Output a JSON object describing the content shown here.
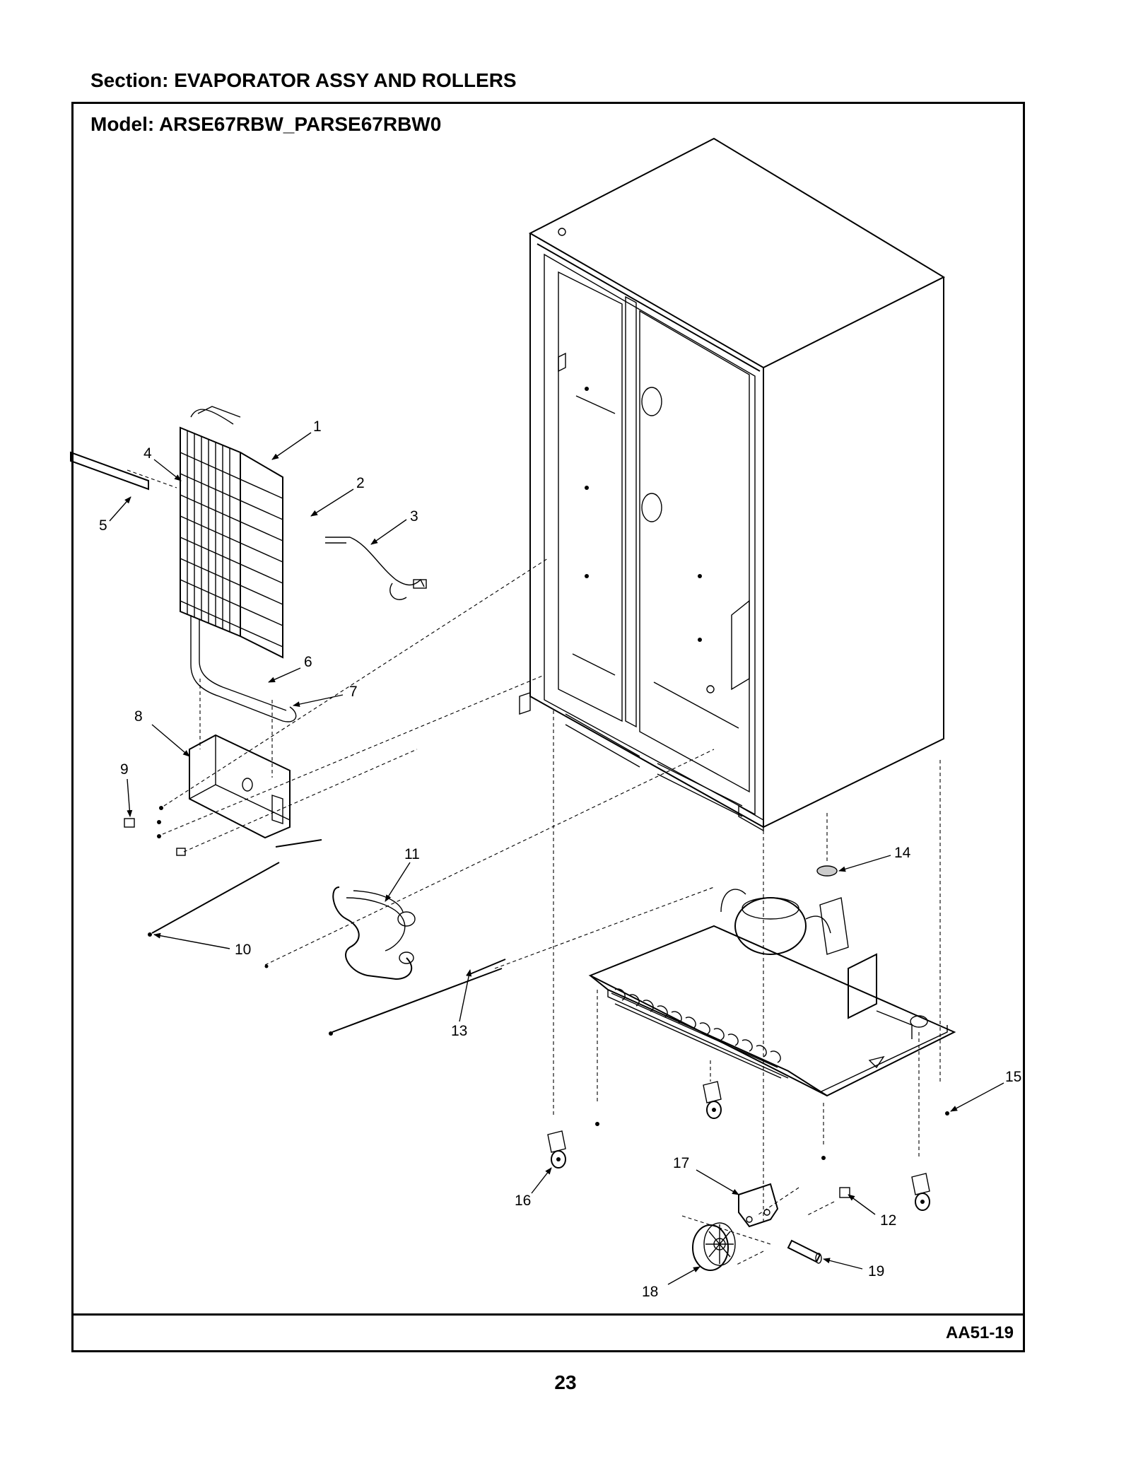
{
  "header": {
    "section_title": "Section:  EVAPORATOR ASSY AND ROLLERS",
    "model_title": "Model:  ARSE67RBW_PARSE67RBW0"
  },
  "footer": {
    "diagram_code": "AA51-19",
    "page_number": "23"
  },
  "callouts": [
    {
      "id": "1",
      "label": "1"
    },
    {
      "id": "2",
      "label": "2"
    },
    {
      "id": "3",
      "label": "3"
    },
    {
      "id": "4",
      "label": "4"
    },
    {
      "id": "5",
      "label": "5"
    },
    {
      "id": "6",
      "label": "6"
    },
    {
      "id": "7",
      "label": "7"
    },
    {
      "id": "8",
      "label": "8"
    },
    {
      "id": "9",
      "label": "9"
    },
    {
      "id": "10",
      "label": "10"
    },
    {
      "id": "11",
      "label": "11"
    },
    {
      "id": "12",
      "label": "12"
    },
    {
      "id": "13",
      "label": "13"
    },
    {
      "id": "14",
      "label": "14"
    },
    {
      "id": "15",
      "label": "15"
    },
    {
      "id": "16",
      "label": "16"
    },
    {
      "id": "17",
      "label": "17"
    },
    {
      "id": "18",
      "label": "18"
    },
    {
      "id": "19",
      "label": "19"
    }
  ]
}
